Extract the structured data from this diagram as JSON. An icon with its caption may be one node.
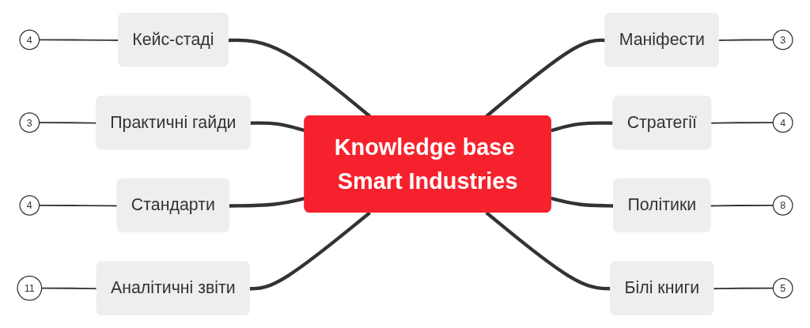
{
  "diagram": {
    "nodes": [
      {
        "text": [
          "Knowledge base Smart Industries"
        ]
      },
      {
        "text": [
          "Кейс-стаді"
        ]
      },
      {
        "text": [
          "4"
        ]
      },
      {
        "text": [
          "Практичні гайди"
        ]
      },
      {
        "text": [
          "3"
        ]
      },
      {
        "text": [
          "Стандарти"
        ]
      },
      {
        "text": [
          "4"
        ]
      },
      {
        "text": [
          "Аналітичні звіти"
        ]
      },
      {
        "text": [
          "11"
        ]
      },
      {
        "text": [
          "Маніфести"
        ]
      },
      {
        "text": [
          "3"
        ]
      },
      {
        "text": [
          "Стратегії"
        ]
      },
      {
        "text": [
          "4"
        ]
      },
      {
        "text": [
          "Політики"
        ]
      },
      {
        "text": [
          "8"
        ]
      },
      {
        "text": [
          "Білі книги"
        ]
      },
      {
        "text": [
          "5"
        ]
      }
    ],
    "edges": [
      {
        "from": 1,
        "to": 0,
        "arrow": "none",
        "style": "thick"
      },
      {
        "from": 3,
        "to": 0,
        "arrow": "none",
        "style": "thick"
      },
      {
        "from": 5,
        "to": 0,
        "arrow": "none",
        "style": "thick"
      },
      {
        "from": 7,
        "to": 0,
        "arrow": "none",
        "style": "thick"
      },
      {
        "from": 0,
        "to": 9,
        "arrow": "none",
        "style": "thick"
      },
      {
        "from": 0,
        "to": 11,
        "arrow": "none",
        "style": "thick"
      },
      {
        "from": 0,
        "to": 13,
        "arrow": "none",
        "style": "thick"
      },
      {
        "from": 0,
        "to": 15,
        "arrow": "none",
        "style": "thick"
      },
      {
        "from": 2,
        "to": 1,
        "arrow": "none"
      },
      {
        "from": 4,
        "to": 3,
        "arrow": "none"
      },
      {
        "from": 6,
        "to": 5,
        "arrow": "none"
      },
      {
        "from": 8,
        "to": 7,
        "arrow": "none"
      },
      {
        "from": 9,
        "to": 10,
        "arrow": "none"
      },
      {
        "from": 11,
        "to": 12,
        "arrow": "none"
      },
      {
        "from": 13,
        "to": 14,
        "arrow": "none"
      },
      {
        "from": 15,
        "to": 16,
        "arrow": "none"
      }
    ]
  }
}
